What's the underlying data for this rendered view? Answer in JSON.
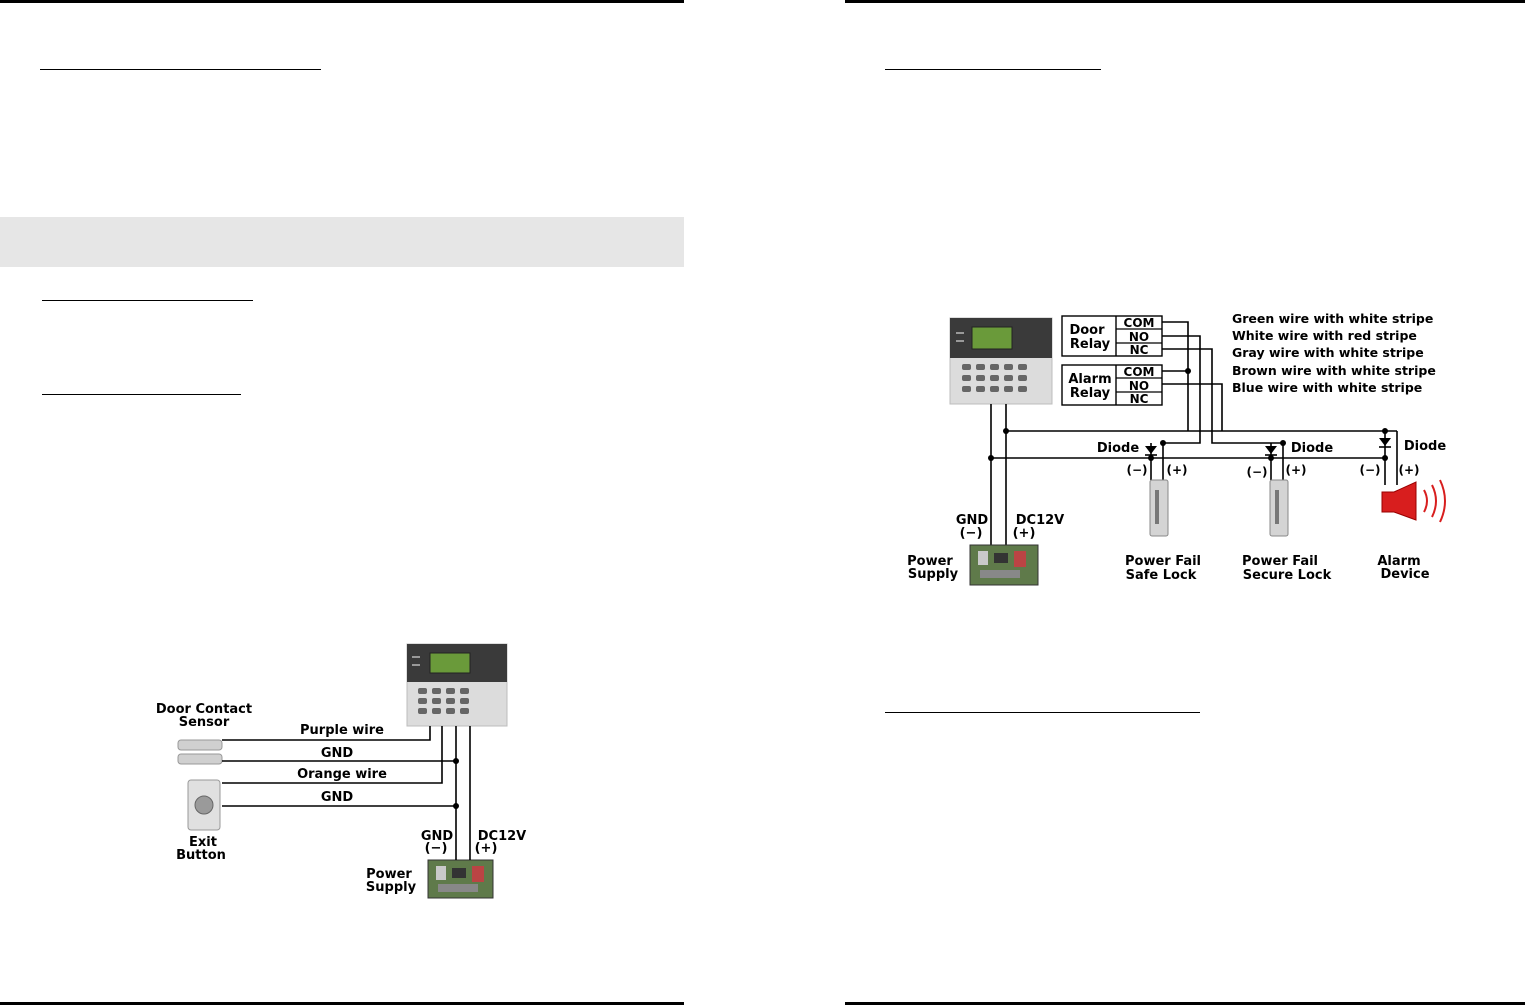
{
  "left_diagram": {
    "door_sensor_label": [
      "Door Contact",
      "Sensor"
    ],
    "exit_button_label": [
      "Exit",
      "Button"
    ],
    "wire_labels": [
      "Purple wire",
      "GND",
      "Orange wire",
      "GND"
    ],
    "gnd_label": [
      "GND",
      "(−)"
    ],
    "dc_label": [
      "DC12V",
      "(+)"
    ],
    "power_supply_label": [
      "Power",
      "Supply"
    ]
  },
  "right_diagram": {
    "door_relay_label": [
      "Door",
      "Relay"
    ],
    "alarm_relay_label": [
      "Alarm",
      "Relay"
    ],
    "door_relay_terminals": [
      "COM",
      "NO",
      "NC"
    ],
    "alarm_relay_terminals": [
      "COM",
      "NO",
      "NC"
    ],
    "wire_legend": [
      "Green wire with white stripe",
      "White wire with red stripe",
      "Gray wire with white stripe",
      "Brown wire with white stripe",
      "Blue wire with white stripe"
    ],
    "diode_labels": [
      "Diode",
      "Diode",
      "Diode"
    ],
    "polarity_labels": [
      "(−)",
      "(+)",
      "(−)",
      "(+)",
      "(−)",
      "(+)"
    ],
    "gnd_label": [
      "GND",
      "(−)"
    ],
    "dc_label": [
      "DC12V",
      "(+)"
    ],
    "power_supply_label": [
      "Power",
      "Supply"
    ],
    "safe_lock_label": [
      "Power Fail",
      "Safe Lock"
    ],
    "secure_lock_label": [
      "Power Fail",
      "Secure Lock"
    ],
    "alarm_device_label": [
      "Alarm",
      "Device"
    ]
  }
}
